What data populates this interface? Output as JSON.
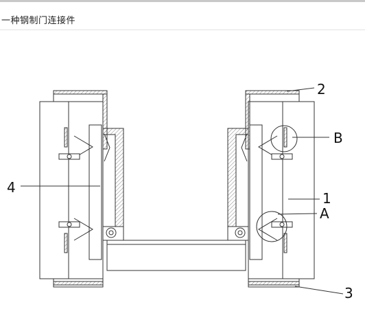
{
  "title": "一种钢制门连接件",
  "figure": {
    "labels": {
      "part_1": "1",
      "part_2": "2",
      "part_3": "3",
      "part_4": "4",
      "detail_a": "A",
      "detail_b": "B"
    }
  }
}
